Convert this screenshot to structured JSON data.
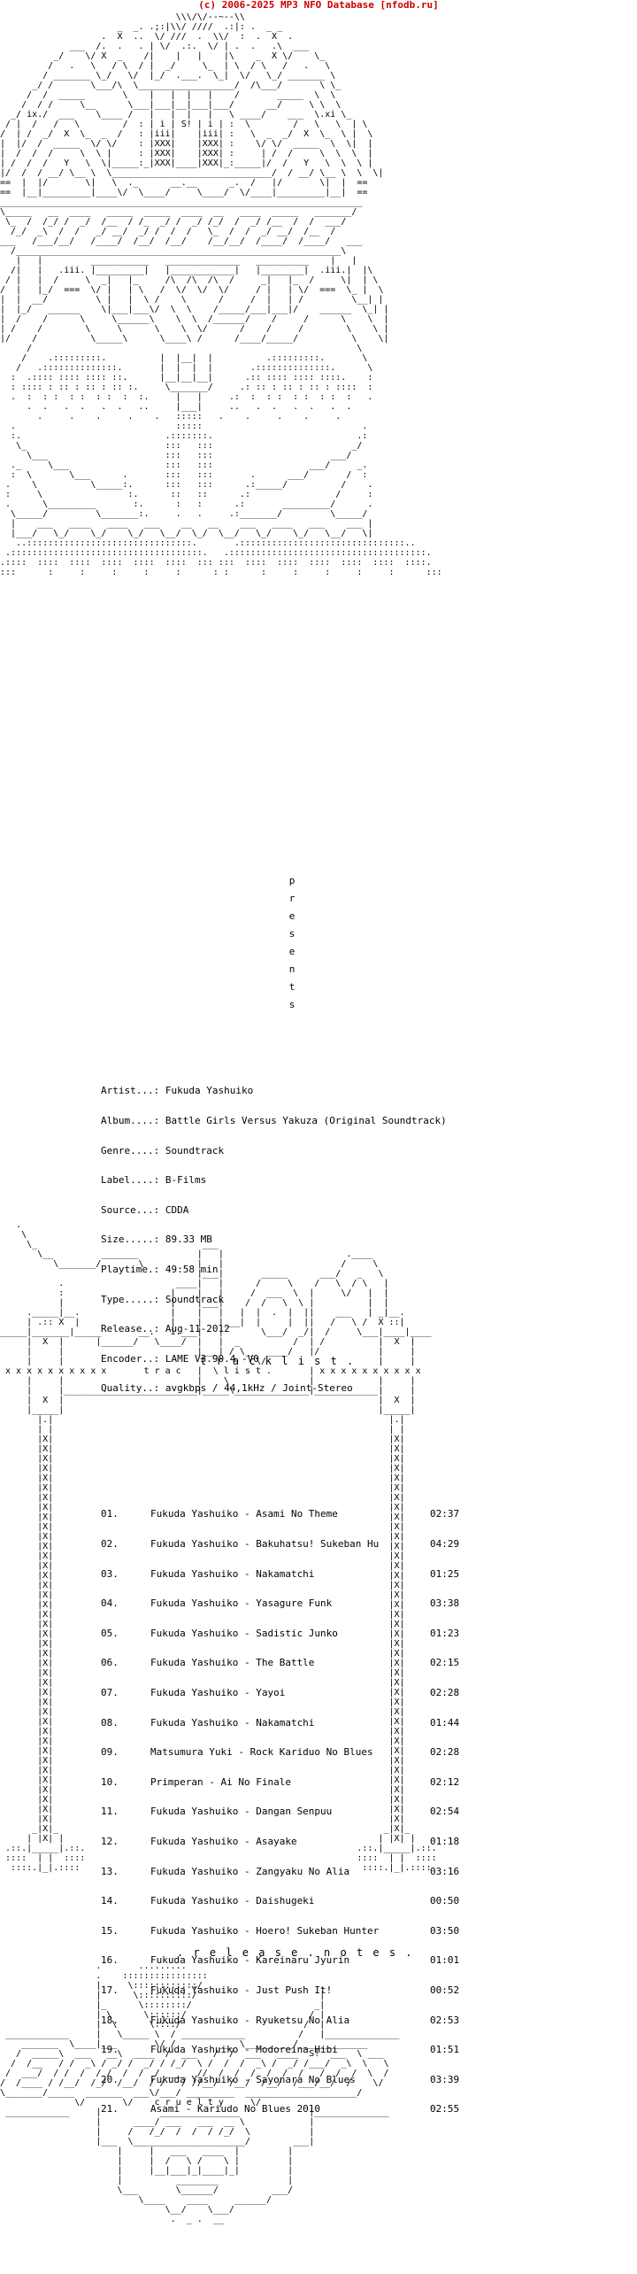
{
  "banner": "(c) 2006-2025 MP3 NFO Database [nfodb.ru]",
  "presents_letters": [
    "p",
    "r",
    "e",
    "s",
    "e",
    "n",
    "t",
    "s"
  ],
  "info": [
    {
      "label": "Artist...:",
      "value": "Fukuda Yashuiko"
    },
    {
      "label": "Album....:",
      "value": "Battle Girls Versus Yakuza (Original Soundtrack)"
    },
    {
      "label": "Genre....:",
      "value": "Soundtrack"
    },
    {
      "label": "Label....:",
      "value": "B-Films"
    },
    {
      "label": "Source...:",
      "value": "CDDA"
    },
    {
      "label": "Size.....:",
      "value": "89.33 MB"
    },
    {
      "label": "Playtime.:",
      "value": "49:58 min"
    },
    {
      "label": "Type.....:",
      "value": "Soundtrack"
    },
    {
      "label": "Release..:",
      "value": "Aug-11-2012"
    },
    {
      "label": "Encoder..:",
      "value": "LAME V3.90.4 -V0"
    },
    {
      "label": "Quality..:",
      "value": "avgkbps / 44,1kHz / Joint-Stereo"
    }
  ],
  "tracklist_label": "t r a c k l i s t .",
  "tracks": [
    {
      "num": "01.",
      "title": "Fukuda Yashuiko - Asami No Theme",
      "time": "02:37"
    },
    {
      "num": "02.",
      "title": "Fukuda Yashuiko - Bakuhatsu! Sukeban Hu",
      "time": "04:29"
    },
    {
      "num": "03.",
      "title": "Fukuda Yashuiko - Nakamatchi",
      "time": "01:25"
    },
    {
      "num": "04.",
      "title": "Fukuda Yashuiko - Yasagure Funk",
      "time": "03:38"
    },
    {
      "num": "05.",
      "title": "Fukuda Yashuiko - Sadistic Junko",
      "time": "01:23"
    },
    {
      "num": "06.",
      "title": "Fukuda Yashuiko - The Battle",
      "time": "02:15"
    },
    {
      "num": "07.",
      "title": "Fukuda Yashuiko - Yayoi",
      "time": "02:28"
    },
    {
      "num": "08.",
      "title": "Fukuda Yashuiko - Nakamatchi",
      "time": "01:44"
    },
    {
      "num": "09.",
      "title": "Matsumura Yuki - Rock Kariduo No Blues",
      "time": "02:28"
    },
    {
      "num": "10.",
      "title": "Primperan - Ai No Finale",
      "time": "02:12"
    },
    {
      "num": "11.",
      "title": "Fukuda Yashuiko - Dangan Senpuu",
      "time": "02:54"
    },
    {
      "num": "12.",
      "title": "Fukuda Yashuiko - Asayake",
      "time": "01:18"
    },
    {
      "num": "13.",
      "title": "Fukuda Yashuiko - Zangyaku No Alia",
      "time": "03:16"
    },
    {
      "num": "14.",
      "title": "Fukuda Yashuiko - Daishugeki",
      "time": "00:50"
    },
    {
      "num": "15.",
      "title": "Fukuda Yashuiko - Hoero! Sukeban Hunter",
      "time": "03:50"
    },
    {
      "num": "16.",
      "title": "Fukuda Yashuiko - Kareinaru Jyurin",
      "time": "01:01"
    },
    {
      "num": "17.",
      "title": "Fukuda Yashuiko - Just Push It!",
      "time": "00:52"
    },
    {
      "num": "18.",
      "title": "Fukuda Yashuiko - Ryuketsu No Alia",
      "time": "02:53"
    },
    {
      "num": "19.",
      "title": "Fukuda Yashuiko - Modoreina Hibi",
      "time": "01:51"
    },
    {
      "num": "20.",
      "title": "Fukuda Yashuiko - Sayonara No Blues",
      "time": "03:39"
    },
    {
      "num": "21.",
      "title": "Asami - Kariudo No Blues 2010",
      "time": "02:55"
    }
  ],
  "notes_label": ". r e l e a s e . n o t e s .",
  "cruelty_label": "c r u e l t y"
}
